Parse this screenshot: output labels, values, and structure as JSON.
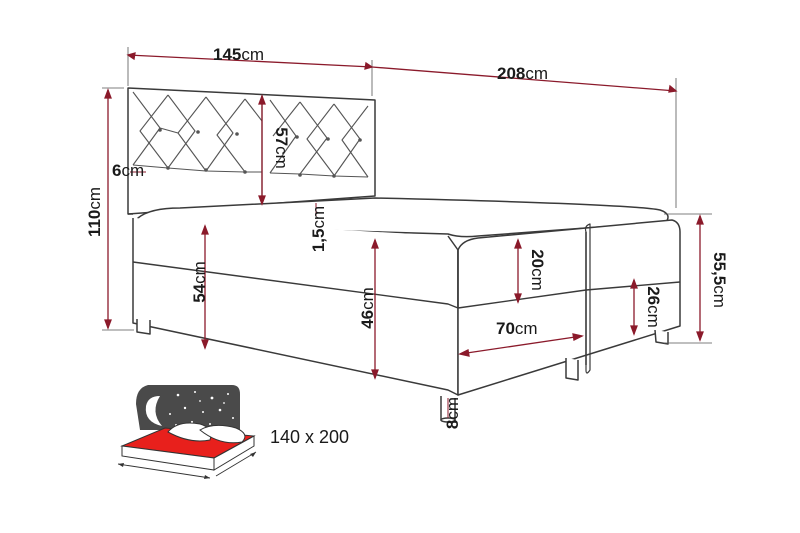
{
  "dimensions": {
    "width": {
      "value": "145",
      "unit": "cm"
    },
    "length": {
      "value": "208",
      "unit": "cm"
    },
    "total_height": {
      "value": "110",
      "unit": "cm"
    },
    "headboard_height": {
      "value": "57",
      "unit": "cm"
    },
    "headboard_thickness": {
      "value": "6",
      "unit": "cm"
    },
    "topper_thickness": {
      "value": "1,5",
      "unit": "cm"
    },
    "frame_front_height": {
      "value": "54",
      "unit": "cm"
    },
    "base_height": {
      "value": "46",
      "unit": "cm"
    },
    "mattress_height": {
      "value": "20",
      "unit": "cm"
    },
    "lower_box_height": {
      "value": "26",
      "unit": "cm"
    },
    "drawer_depth": {
      "value": "70",
      "unit": "cm"
    },
    "leg_height": {
      "value": "8",
      "unit": "cm"
    },
    "side_height": {
      "value": "55,5",
      "unit": "cm"
    }
  },
  "sleeping_area": "140 x 200",
  "colors": {
    "outline": "#3a3a3a",
    "dimension_line": "#8b1a2b",
    "mattress_icon": "#e8201c",
    "night_sky": "#4a4a4a"
  },
  "icons": [
    "bed-storage-icon",
    "night-sky-icon",
    "pillow-icon"
  ]
}
